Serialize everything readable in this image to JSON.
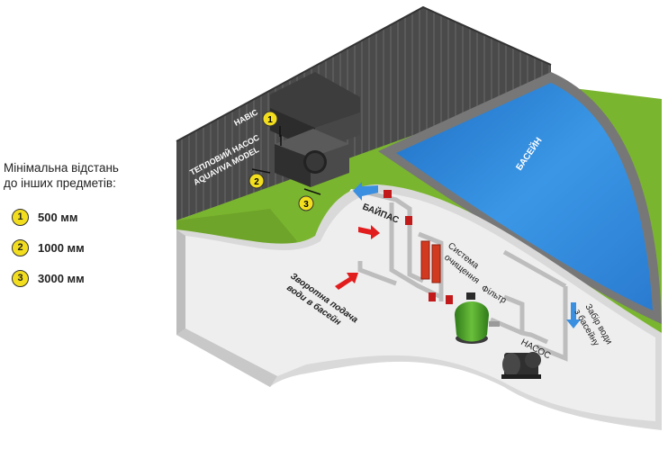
{
  "legend": {
    "title_line1": "Мінімальна відстань",
    "title_line2": "до інших предметів:",
    "items": [
      {
        "num": "1",
        "value": "500 мм"
      },
      {
        "num": "2",
        "value": "1000 мм"
      },
      {
        "num": "3",
        "value": "3000 мм"
      }
    ]
  },
  "labels": {
    "canopy": "НАВІС",
    "heat_pump_line1": "ТЕПЛОВИЙ НАСОС",
    "heat_pump_line2": "AQUAVIVA MODEL",
    "pool": "БАСЕЙН",
    "bypass": "БАЙПАС",
    "cleaning_line1": "Система",
    "cleaning_line2": "очищення",
    "filter": "Фільтр",
    "pump": "НАСОС",
    "return_line1": "Зворотна подача",
    "return_line2": "води в басейн",
    "intake_line1": "Забір води",
    "intake_line2": "з басейну"
  },
  "markers": [
    "1",
    "2",
    "3"
  ],
  "colors": {
    "grass": "#79b62f",
    "pool_water": "#2e86d8",
    "fence": "#4c4c4c",
    "pipe": "#c9c9c9",
    "flow_arrow_red": "#e21d1d",
    "flow_arrow_blue": "#3a8fe0",
    "badge": "#f2de1e",
    "filter": "#4c9a2a"
  }
}
